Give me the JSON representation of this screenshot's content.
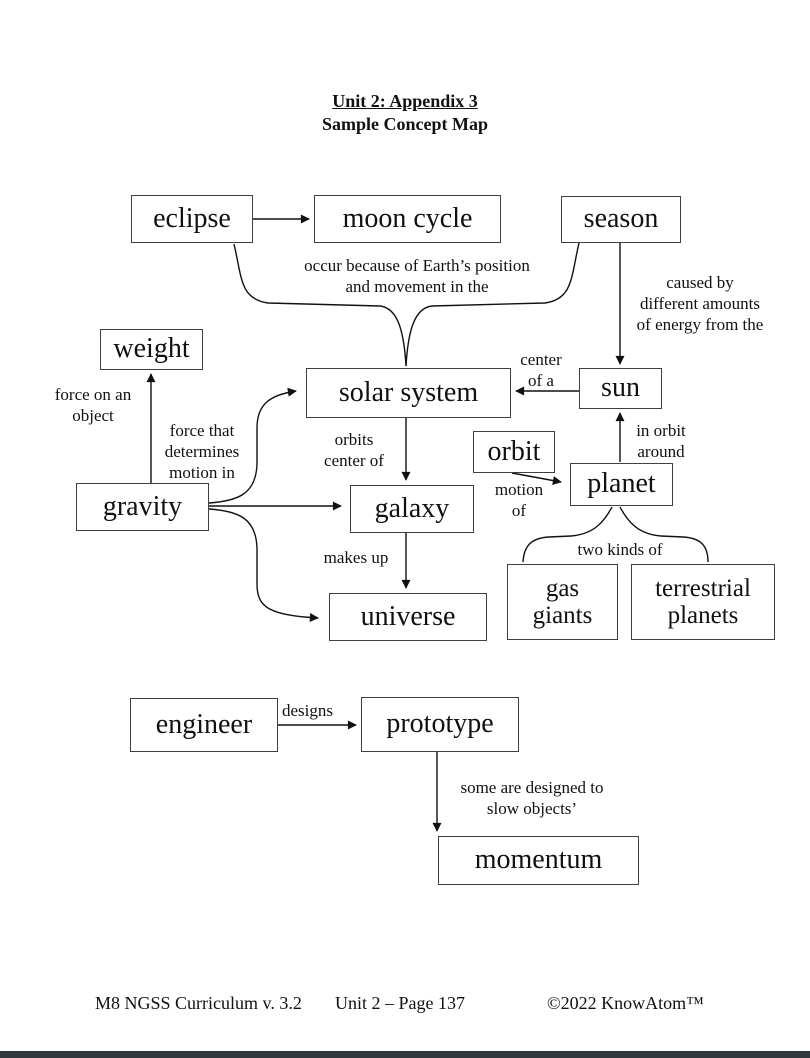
{
  "title": {
    "line1": "Unit 2: Appendix 3",
    "line2": "Sample Concept Map"
  },
  "nodes": {
    "eclipse": "eclipse",
    "moon_cycle": "moon cycle",
    "season": "season",
    "weight": "weight",
    "solar_system": "solar system",
    "sun": "sun",
    "orbit": "orbit",
    "planet": "planet",
    "gravity": "gravity",
    "galaxy": "galaxy",
    "universe": "universe",
    "gas_giants": "gas\ngiants",
    "terrestrial_planets": "terrestrial\nplanets",
    "engineer": "engineer",
    "prototype": "prototype",
    "momentum": "momentum"
  },
  "edge_labels": {
    "occur_because": "occur because of Earth’s position\nand movement in the",
    "caused_by": "caused by\ndifferent amounts\nof energy from the",
    "center_of_a": "center\nof a",
    "force_on_object": "force on an\nobject",
    "force_determines": "force that\ndetermines\nmotion in",
    "orbits_center_of": "orbits\ncenter of",
    "makes_up": "makes up",
    "motion_of": "motion\nof",
    "in_orbit_around": "in orbit\naround",
    "two_kinds_of": "two kinds of",
    "designs": "designs",
    "slow_objects": "some are designed to\nslow objects’"
  },
  "footer": {
    "left": "M8 NGSS Curriculum v. 3.2",
    "center": "Unit 2 – Page 137",
    "right": "©2022 KnowAtom™"
  },
  "colors": {
    "line": "#111111",
    "box_border": "#3f3f3f",
    "bottom_bar": "#33383e"
  }
}
